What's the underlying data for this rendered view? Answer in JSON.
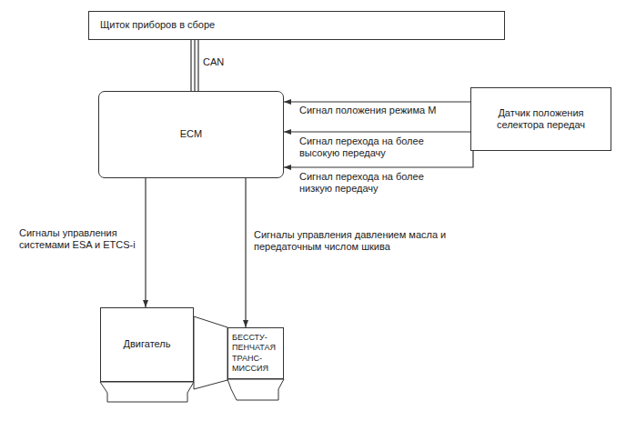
{
  "diagram": {
    "nodes": [
      {
        "text": [
          "Щиток приборов в сборе"
        ]
      },
      {
        "text": [
          "ECM"
        ]
      },
      {
        "text": [
          "Датчик положения селектора передач"
        ]
      },
      {
        "text": [
          "Двигатель"
        ]
      },
      {
        "text": [
          "БЕССТУ- ПЕНЧАТАЯ ТРАНС- МИССИЯ"
        ]
      }
    ],
    "edges": [
      {
        "from": 0,
        "to": 1,
        "arrow": "none",
        "label": "CAN"
      },
      {
        "from": 2,
        "to": 1,
        "arrow": "to",
        "label": "Сигнал положения режима M"
      },
      {
        "from": 2,
        "to": 1,
        "arrow": "to",
        "label": "Сигнал перехода на более высокую передачу"
      },
      {
        "from": 2,
        "to": 1,
        "arrow": "to",
        "label": "Сигнал перехода на более низкую передачу"
      },
      {
        "from": 1,
        "to": 3,
        "arrow": "to",
        "label": "Сигналы управления системами ESA и ETCS-i"
      },
      {
        "from": 1,
        "to": 4,
        "arrow": "to",
        "label": "Сигналы управления давлением масла и передаточным числом шкива"
      }
    ]
  }
}
